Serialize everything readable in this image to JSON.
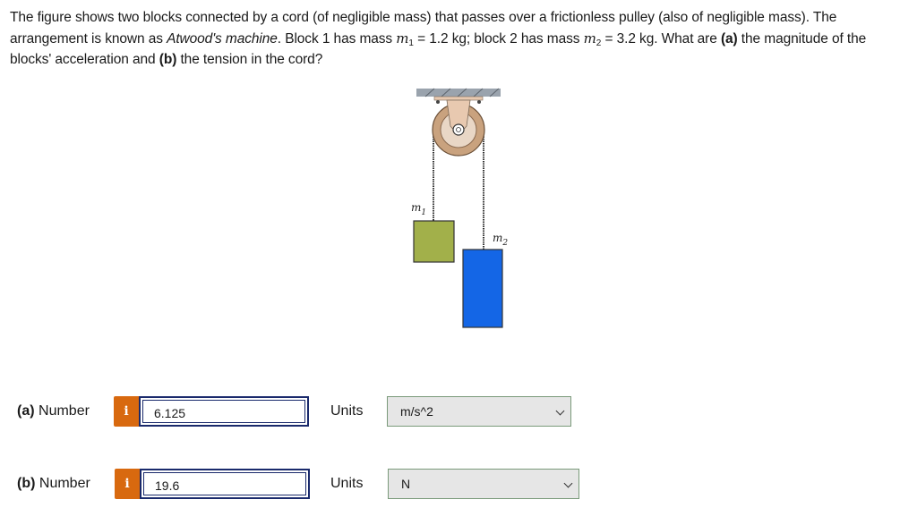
{
  "question": {
    "part1": "The figure shows two blocks connected by a cord (of negligible mass) that passes over a frictionless pulley (also of negligible mass). The arrangement is known as ",
    "machine": "Atwood's machine",
    "part2": ". Block 1 has mass ",
    "m1_sym": "m",
    "m1_sub": "1",
    "part3": " = 1.2 kg; block 2 has mass ",
    "m2_sym": "m",
    "m2_sub": "2",
    "part4": " = 3.2 kg. What are ",
    "a_tag": "(a)",
    "part5": " the magnitude of the blocks' acceleration and ",
    "b_tag": "(b)",
    "part6": " the tension in the cord?"
  },
  "figure": {
    "m1_label": "m",
    "m1_sub": "1",
    "m2_label": "m",
    "m2_sub": "2",
    "colors": {
      "ceiling": "#9aa3ad",
      "pulley_outer": "#c9a27e",
      "pulley_inner": "#e9d7c6",
      "bracket": "#e8c9b0",
      "block1": "#a2b04a",
      "block2": "#1466e6",
      "cord": "#333333"
    }
  },
  "parts": [
    {
      "tag": "(a)",
      "label": "Number",
      "info_icon": "i",
      "value": "6.125",
      "units_label": "Units",
      "units_value": "m/s^2"
    },
    {
      "tag": "(b)",
      "label": "Number",
      "info_icon": "i",
      "value": "19.6",
      "units_label": "Units",
      "units_value": "N"
    }
  ],
  "colors": {
    "info_button": "#d8690f",
    "answer_border": "#1a2a6c",
    "select_bg": "#e6e6e6"
  }
}
